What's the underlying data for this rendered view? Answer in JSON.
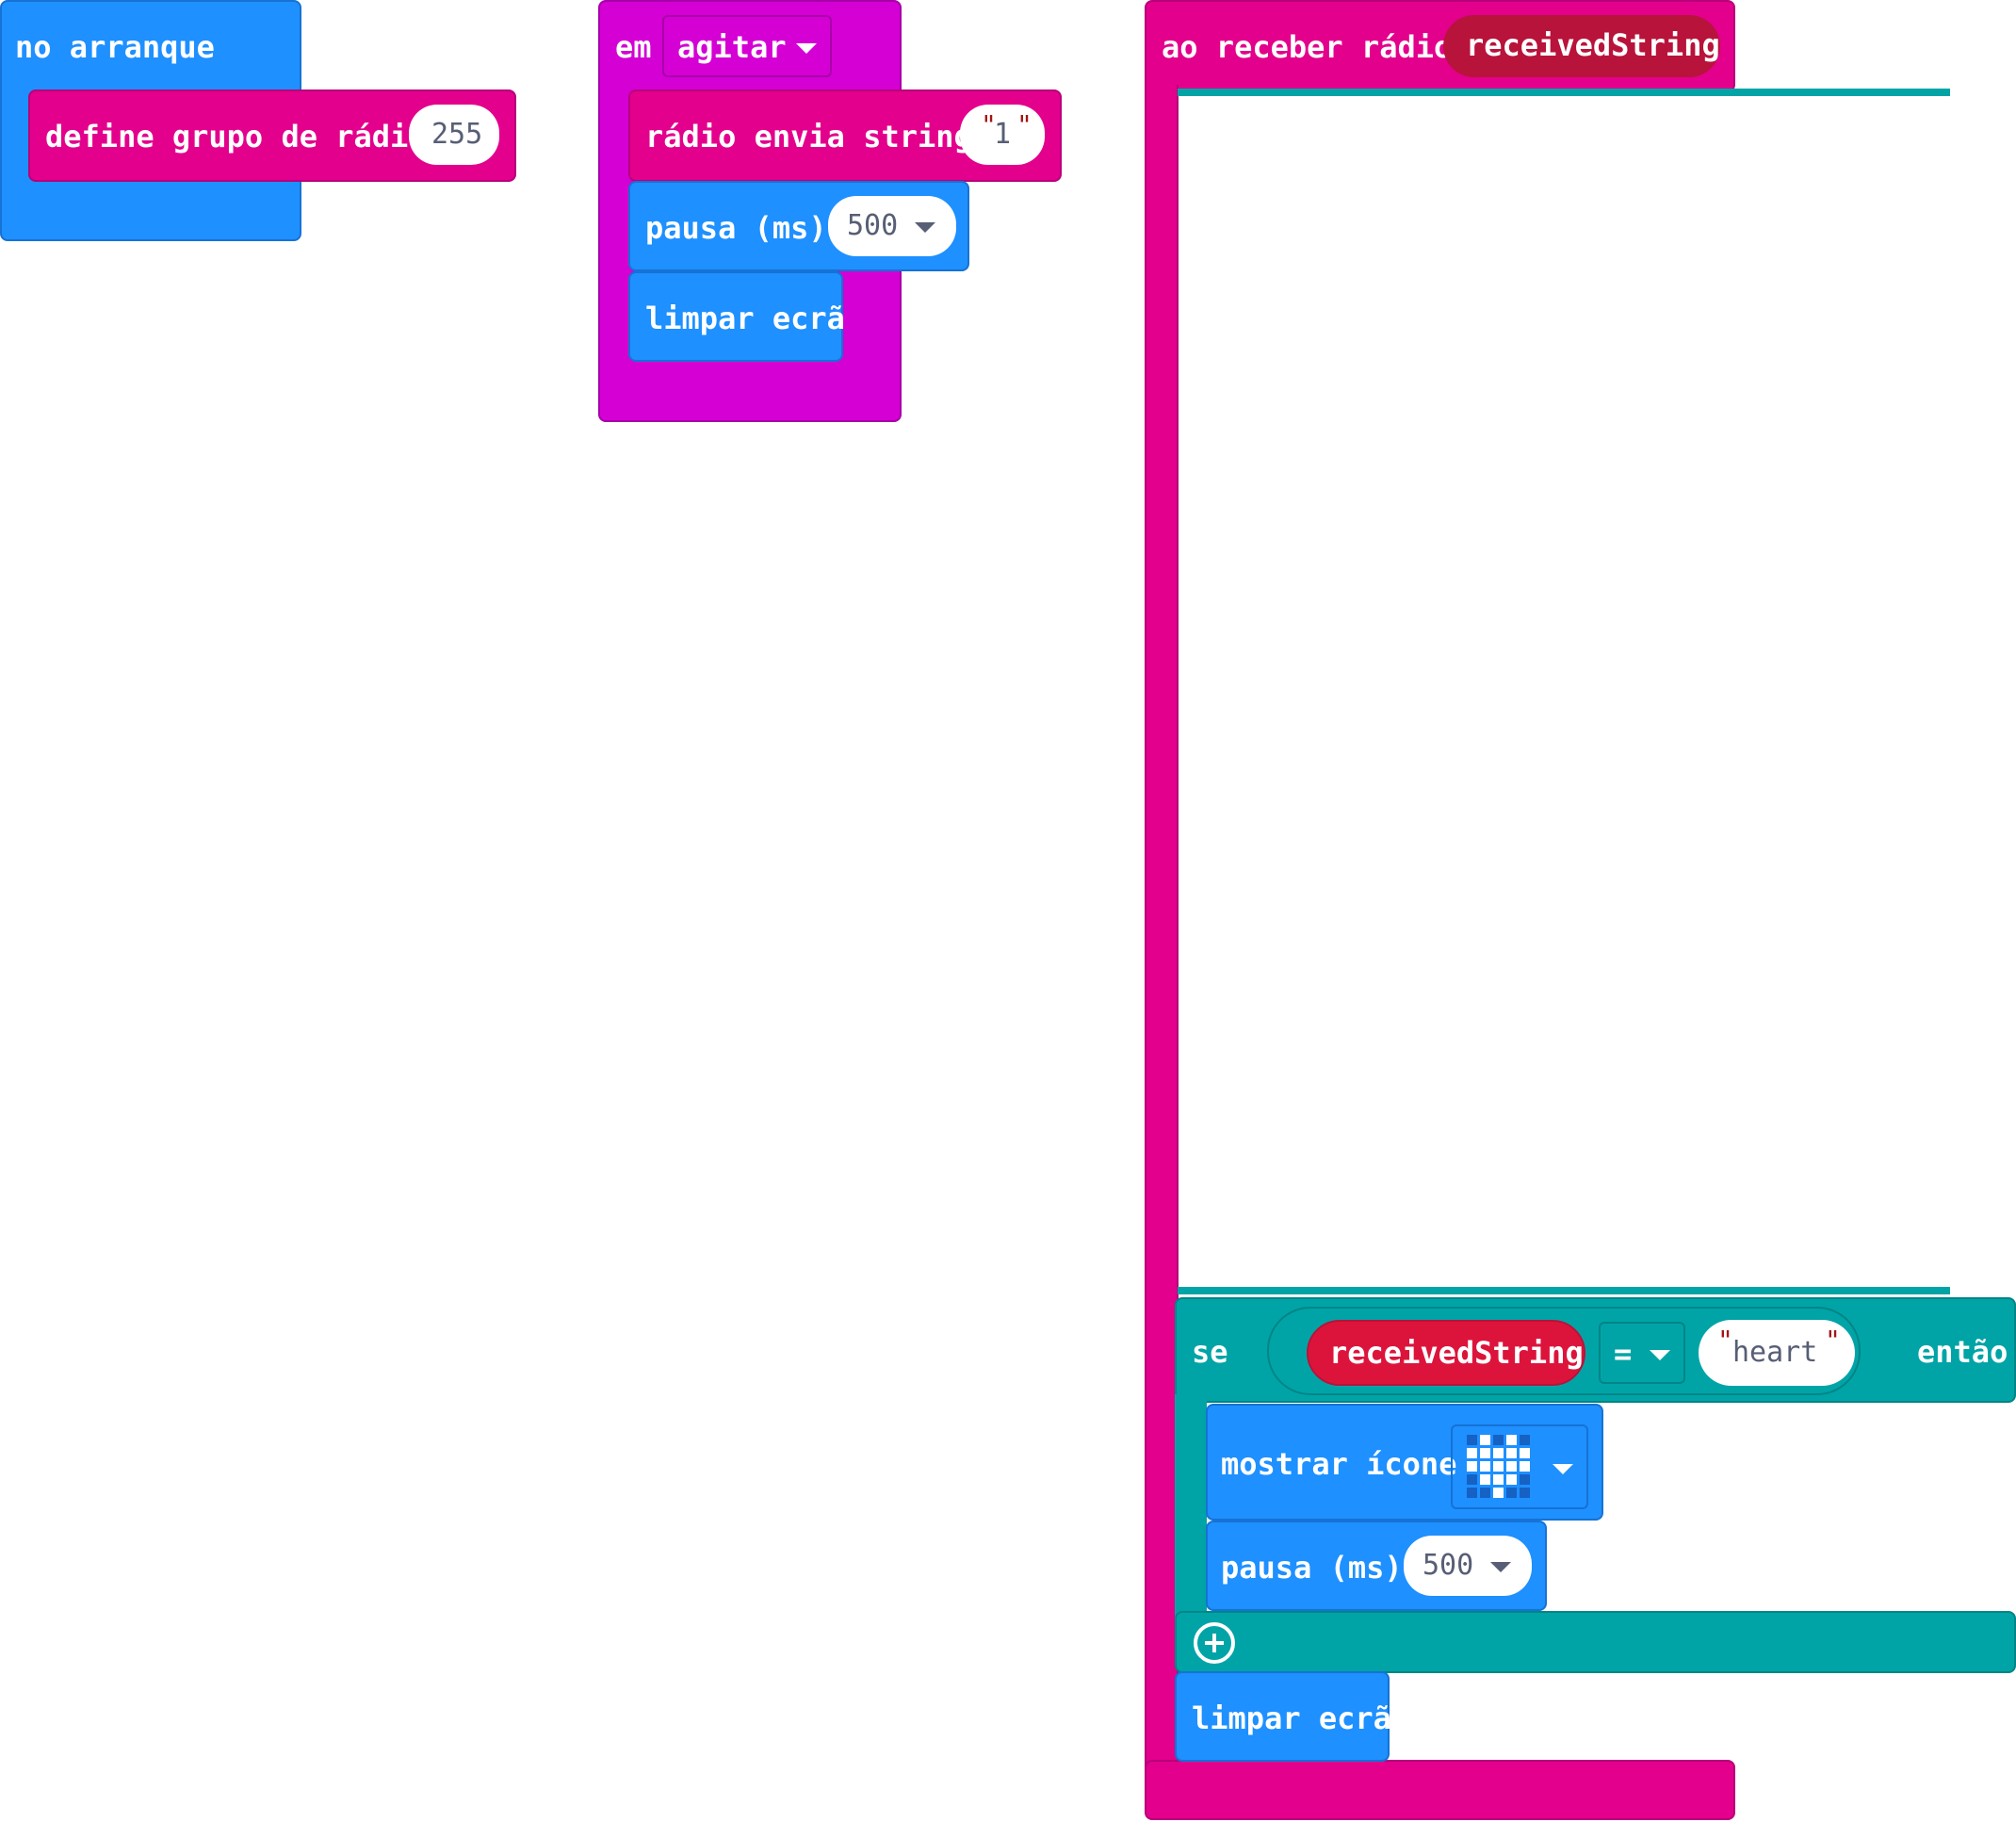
{
  "on_start": {
    "hat_label": "no arranque",
    "set_group_label": "define grupo de rádio",
    "group_value": "255"
  },
  "on_gesture": {
    "hat_prefix": "em",
    "gesture_value": "agitar",
    "send_label": "rádio envia string",
    "send_value": "1",
    "pause_label": "pausa (ms)",
    "pause_value": "500",
    "clear_label": "limpar ecrã"
  },
  "on_received": {
    "hat_label": "ao receber rádio",
    "param_label": "receivedString",
    "if_label": "se",
    "compare_var": "receivedString",
    "compare_op": "=",
    "compare_value": "heart",
    "then_label": "então",
    "show_icon_label": "mostrar ícone",
    "icon_name": "heart",
    "pause_label": "pausa (ms)",
    "pause_value": "500",
    "clear_label": "limpar ecrã"
  },
  "colors": {
    "basic_blue": "#1e90ff",
    "radio_pink": "#e3008c",
    "input_magenta": "#d400d4",
    "logic_teal": "#00a4a6",
    "variable_red": "#dc143c",
    "param_red": "#b8133a"
  }
}
